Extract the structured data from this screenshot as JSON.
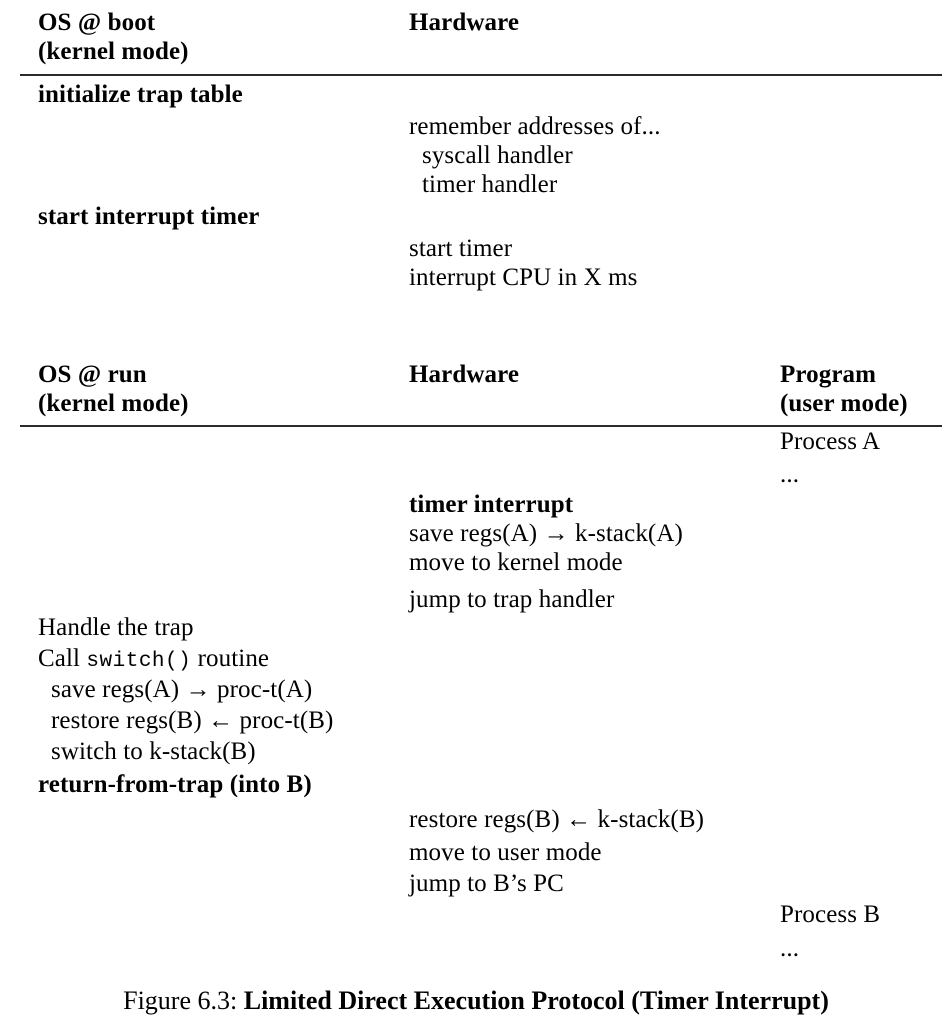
{
  "figure": {
    "number_label": "Figure 6.3:",
    "title": "Limited Direct Execution Protocol (Timer Interrupt)"
  },
  "boot_table": {
    "headers": {
      "os_line1": "OS @ boot",
      "os_line2": "(kernel mode)",
      "hardware": "Hardware"
    },
    "rows": [
      {
        "os": "initialize trap table",
        "hardware": [
          "remember addresses of...",
          "syscall handler",
          "timer handler"
        ]
      },
      {
        "os": "start interrupt timer",
        "hardware": [
          "start timer",
          "interrupt CPU in X ms"
        ]
      }
    ]
  },
  "run_table": {
    "headers": {
      "os_line1": "OS @ run",
      "os_line2": "(kernel mode)",
      "hardware": "Hardware",
      "program_line1": "Program",
      "program_line2": "(user mode)"
    },
    "program_start": {
      "name": "Process A",
      "ellipsis": "..."
    },
    "hardware_trap": {
      "title": "timer interrupt",
      "lines": [
        "save regs(A) → k-stack(A)",
        "move to kernel mode",
        "jump to trap handler"
      ]
    },
    "os_handler": {
      "line_handle": "Handle the trap",
      "call_prefix": "Call ",
      "call_code": "switch()",
      "call_suffix": " routine",
      "indented": [
        "save regs(A) → proc‐t(A)",
        "restore regs(B) ← proc‐t(B)",
        "switch to k-stack(B)"
      ],
      "return_line": "return-from-trap (into B)"
    },
    "hardware_return": {
      "lines": [
        "restore regs(B) ← k-stack(B)",
        "move to user mode",
        "jump to B’s PC"
      ]
    },
    "program_end": {
      "name": "Process B",
      "ellipsis": "..."
    }
  },
  "colors": {
    "rule": "#2b2b2b",
    "text": "#000000",
    "background": "#ffffff"
  }
}
